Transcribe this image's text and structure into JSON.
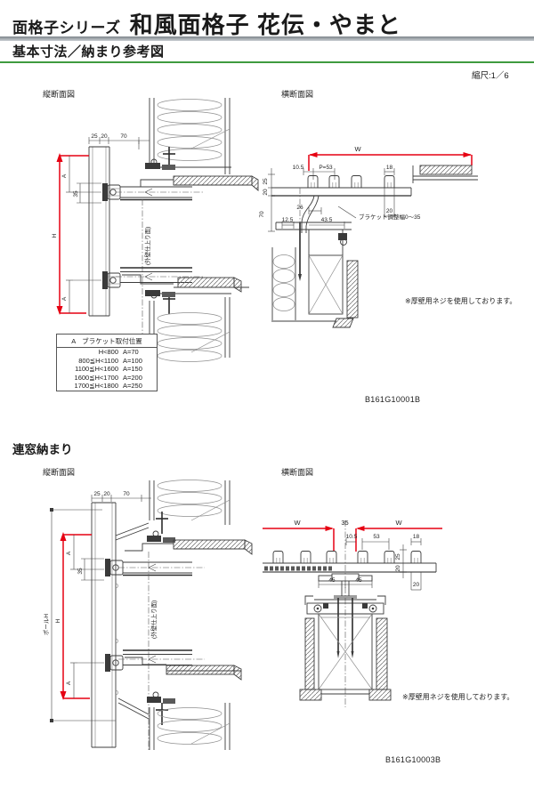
{
  "header": {
    "series": "面格子シリーズ",
    "product": "和風面格子 花伝・やまと",
    "section_title": "基本寸法／納まり参考図",
    "scale": "縮尺:1／6"
  },
  "colors": {
    "dimension_red": "#e60012",
    "rule_green": "#3f9b3f",
    "rule_gray": "#8a9096"
  },
  "basic": {
    "vertical_section": {
      "label": "縦断面図",
      "dim_25": "25",
      "dim_20": "20",
      "dim_70": "70",
      "dim_a_top": "A",
      "dim_35": "35",
      "dim_h": "H",
      "dim_a_bottom": "A",
      "wall_finish_note": "(外壁仕上り面)"
    },
    "bracket_table": {
      "header": "A　ブラケット取付位置",
      "rows": [
        {
          "cond": "H<800",
          "val": "A=70"
        },
        {
          "cond": "800≦H<1100",
          "val": "A=100"
        },
        {
          "cond": "1100≦H<1600",
          "val": "A=150"
        },
        {
          "cond": "1600≦H<1700",
          "val": "A=200"
        },
        {
          "cond": "1700≦H<1800",
          "val": "A=250"
        }
      ]
    },
    "horizontal_section": {
      "label": "横断面図",
      "dim_w": "W",
      "dim_105": "10.5",
      "dim_p53": "P=53",
      "dim_18": "18",
      "dim_25": "25",
      "dim_20": "20",
      "dim_70": "70",
      "dim_26": "26",
      "dim_125": "12.5",
      "dim_435": "43.5",
      "dim_base20": "20",
      "bracket_adjust_note": "ブラケット調整幅0～35"
    },
    "screw_note": "※厚壁用ネジを使用しております。",
    "drawing_code": "B161G10001B"
  },
  "renso": {
    "title": "連窓納まり",
    "vertical_section": {
      "label": "縦断面図",
      "dim_25": "25",
      "dim_20": "20",
      "dim_70": "70",
      "dim_a_top": "A",
      "dim_35": "35",
      "dim_h": "H",
      "dim_total_h": "ポールH",
      "dim_a_bottom": "A",
      "wall_finish_note": "(外壁仕上り面)"
    },
    "horizontal_section": {
      "label": "横断面図",
      "dim_w_left": "W",
      "dim_35": "35",
      "dim_w_right": "W",
      "dim_105": "10.5",
      "dim_53": "53",
      "dim_18": "18",
      "dim_25": "25",
      "dim_20": "20",
      "dim_45_left": "45",
      "dim_45_right": "45",
      "dim_base20": "20"
    },
    "screw_note": "※厚壁用ネジを使用しております。",
    "drawing_code": "B161G10003B"
  }
}
